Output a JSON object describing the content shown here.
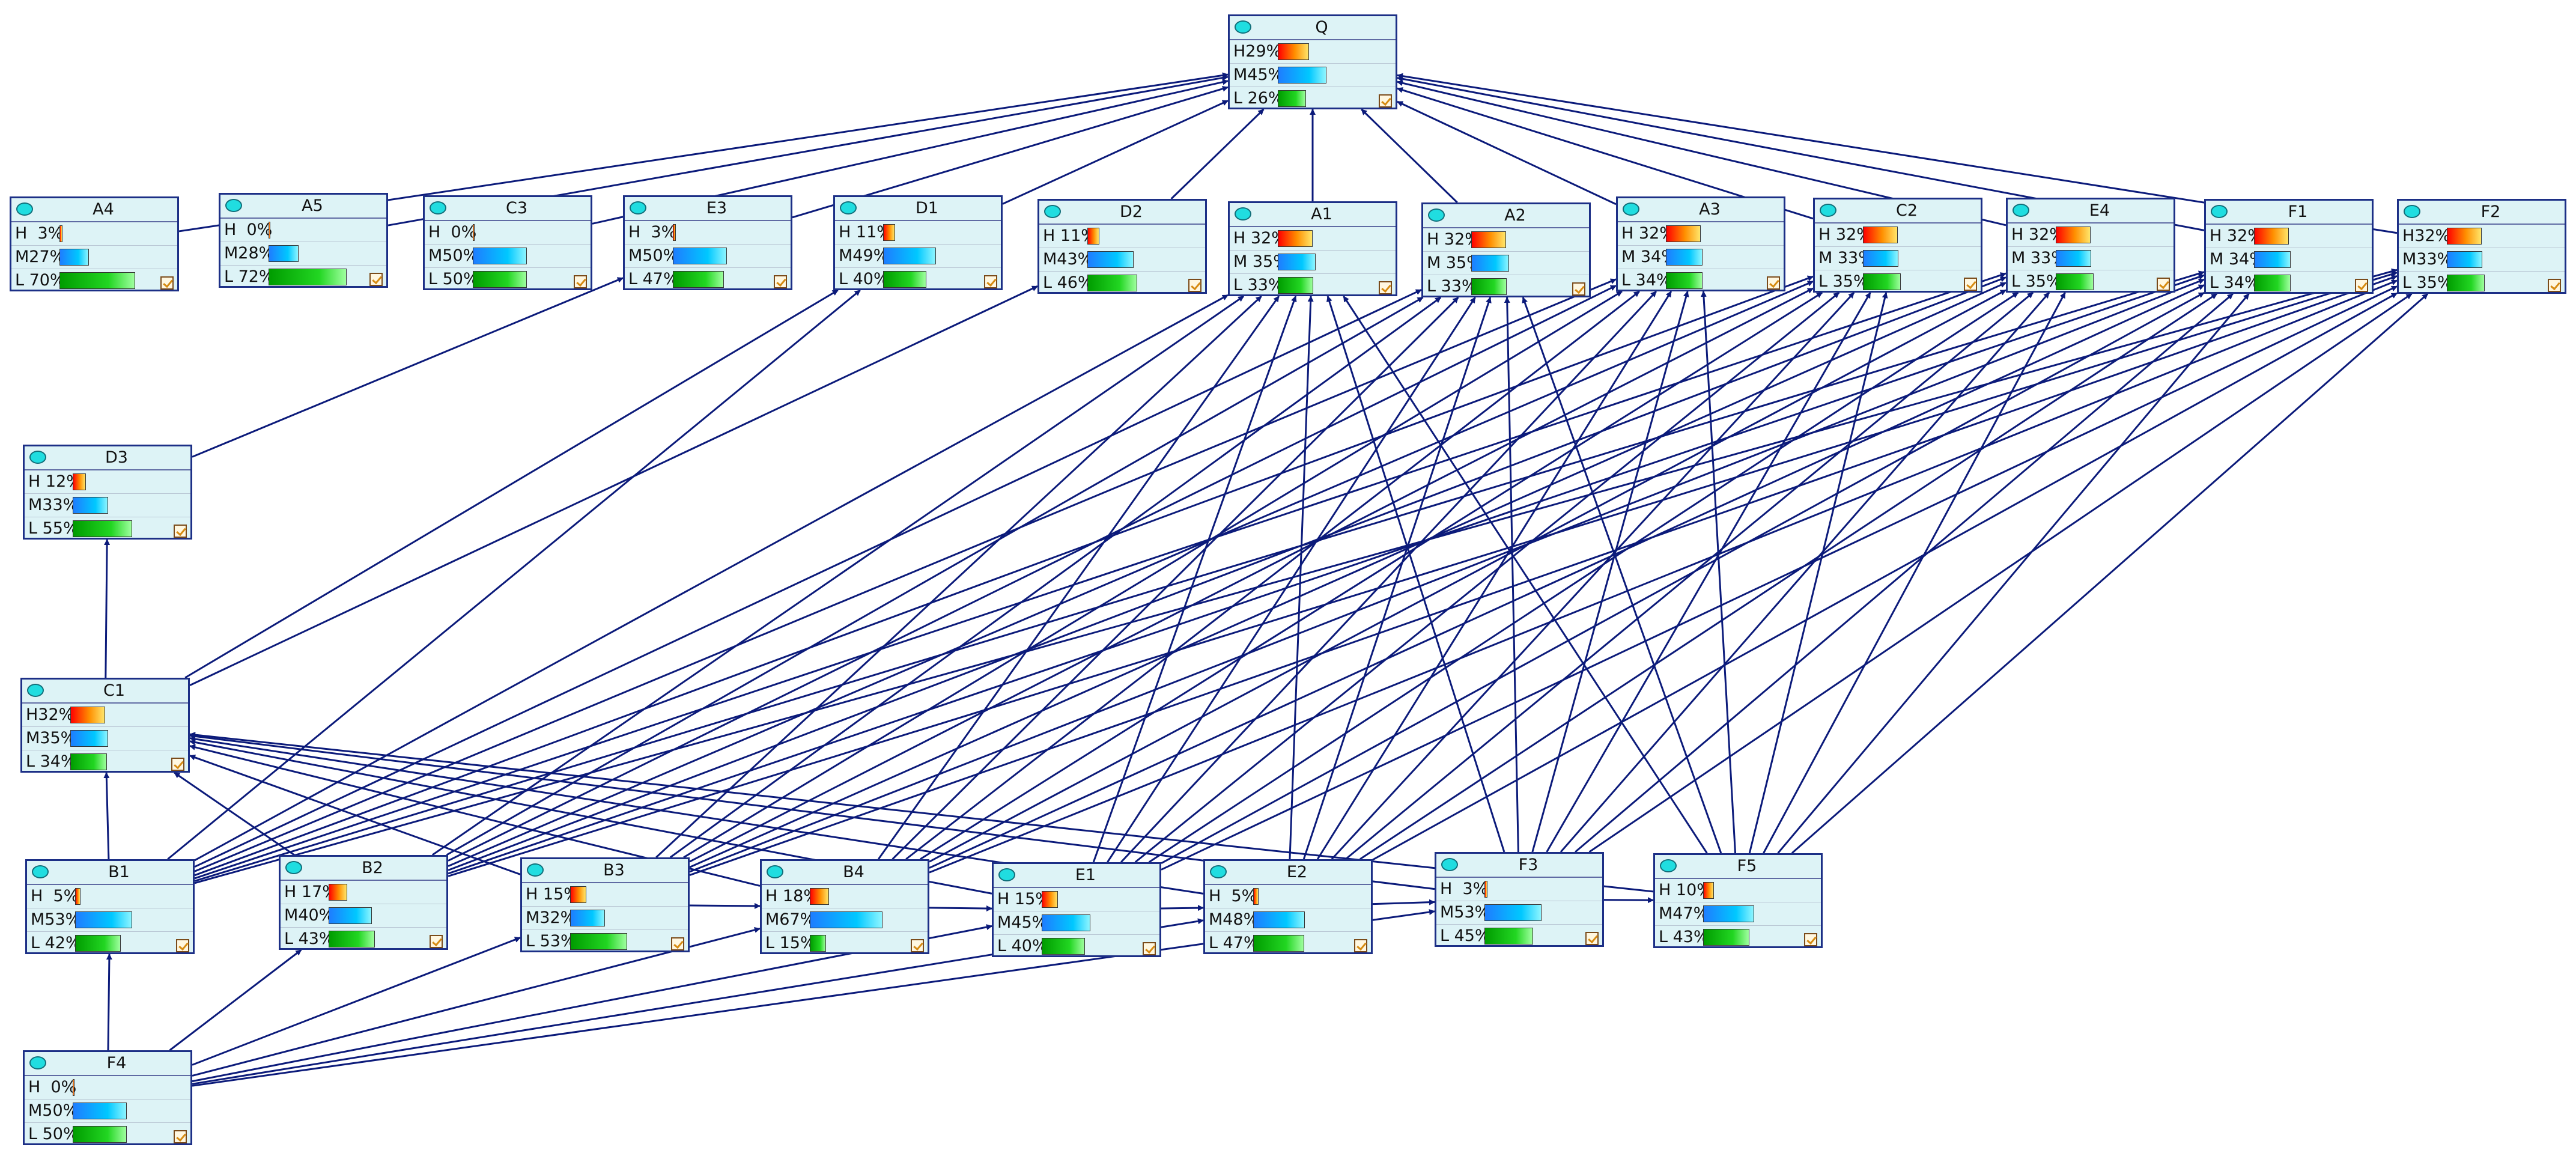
{
  "colors": {
    "edge": "#0b1a7a",
    "node_bg": "#ddf3f6",
    "node_border": "#1c2f86"
  },
  "icons": {
    "node": "oval-node-icon",
    "check": "checkbox-checked-icon"
  },
  "nodes": {
    "Q": {
      "label": "Q",
      "states": [
        {
          "code": "H",
          "pct": "29%",
          "value": 29
        },
        {
          "code": "M",
          "pct": "45%",
          "value": 45
        },
        {
          "code": "L",
          "pct": " 26%",
          "value": 26
        }
      ]
    },
    "A4": {
      "label": "A4",
      "states": [
        {
          "code": "H",
          "pct": "  3%",
          "value": 3
        },
        {
          "code": "M",
          "pct": "27%",
          "value": 27
        },
        {
          "code": "L",
          "pct": " 70%",
          "value": 70
        }
      ]
    },
    "A5": {
      "label": "A5",
      "states": [
        {
          "code": "H",
          "pct": "  0%",
          "value": 0
        },
        {
          "code": "M",
          "pct": "28%",
          "value": 28
        },
        {
          "code": "L",
          "pct": " 72%",
          "value": 72
        }
      ]
    },
    "C3": {
      "label": "C3",
      "states": [
        {
          "code": "H",
          "pct": "  0%",
          "value": 0
        },
        {
          "code": "M",
          "pct": "50%",
          "value": 50
        },
        {
          "code": "L",
          "pct": " 50%",
          "value": 50
        }
      ]
    },
    "E3": {
      "label": "E3",
      "states": [
        {
          "code": "H",
          "pct": "  3%",
          "value": 3
        },
        {
          "code": "M",
          "pct": "50%",
          "value": 50
        },
        {
          "code": "L",
          "pct": " 47%",
          "value": 47
        }
      ]
    },
    "D1": {
      "label": "D1",
      "states": [
        {
          "code": "H",
          "pct": " 11%",
          "value": 11
        },
        {
          "code": "M",
          "pct": "49%",
          "value": 49
        },
        {
          "code": "L",
          "pct": " 40%",
          "value": 40
        }
      ]
    },
    "D2": {
      "label": "D2",
      "states": [
        {
          "code": "H",
          "pct": " 11%",
          "value": 11
        },
        {
          "code": "M",
          "pct": "43%",
          "value": 43
        },
        {
          "code": "L",
          "pct": " 46%",
          "value": 46
        }
      ]
    },
    "A1": {
      "label": "A1",
      "states": [
        {
          "code": "H",
          "pct": " 32%",
          "value": 32
        },
        {
          "code": "M",
          "pct": " 35%",
          "value": 35
        },
        {
          "code": "L",
          "pct": " 33%",
          "value": 33
        }
      ]
    },
    "A2": {
      "label": "A2",
      "states": [
        {
          "code": "H",
          "pct": " 32%",
          "value": 32
        },
        {
          "code": "M",
          "pct": " 35%",
          "value": 35
        },
        {
          "code": "L",
          "pct": " 33%",
          "value": 33
        }
      ]
    },
    "A3": {
      "label": "A3",
      "states": [
        {
          "code": "H",
          "pct": " 32%",
          "value": 32
        },
        {
          "code": "M",
          "pct": " 34%",
          "value": 34
        },
        {
          "code": "L",
          "pct": " 34%",
          "value": 34
        }
      ]
    },
    "C2": {
      "label": "C2",
      "states": [
        {
          "code": "H",
          "pct": " 32%",
          "value": 32
        },
        {
          "code": "M",
          "pct": " 33%",
          "value": 33
        },
        {
          "code": "L",
          "pct": " 35%",
          "value": 35
        }
      ]
    },
    "E4": {
      "label": "E4",
      "states": [
        {
          "code": "H",
          "pct": " 32%",
          "value": 32
        },
        {
          "code": "M",
          "pct": " 33%",
          "value": 33
        },
        {
          "code": "L",
          "pct": " 35%",
          "value": 35
        }
      ]
    },
    "F1": {
      "label": "F1",
      "states": [
        {
          "code": "H",
          "pct": " 32%",
          "value": 32
        },
        {
          "code": "M",
          "pct": " 34%",
          "value": 34
        },
        {
          "code": "L",
          "pct": " 34%",
          "value": 34
        }
      ]
    },
    "F2": {
      "label": "F2",
      "states": [
        {
          "code": "H",
          "pct": "32%",
          "value": 32
        },
        {
          "code": "M",
          "pct": "33%",
          "value": 33
        },
        {
          "code": "L",
          "pct": " 35%",
          "value": 35
        }
      ]
    },
    "D3": {
      "label": "D3",
      "states": [
        {
          "code": "H",
          "pct": " 12%",
          "value": 12
        },
        {
          "code": "M",
          "pct": "33%",
          "value": 33
        },
        {
          "code": "L",
          "pct": " 55%",
          "value": 55
        }
      ]
    },
    "C1": {
      "label": "C1",
      "states": [
        {
          "code": "H",
          "pct": "32%",
          "value": 32
        },
        {
          "code": "M",
          "pct": "35%",
          "value": 35
        },
        {
          "code": "L",
          "pct": " 34%",
          "value": 34
        }
      ]
    },
    "B1": {
      "label": "B1",
      "states": [
        {
          "code": "H",
          "pct": "  5%",
          "value": 5
        },
        {
          "code": "M",
          "pct": "53%",
          "value": 53
        },
        {
          "code": "L",
          "pct": " 42%",
          "value": 42
        }
      ]
    },
    "B2": {
      "label": "B2",
      "states": [
        {
          "code": "H",
          "pct": " 17%",
          "value": 17
        },
        {
          "code": "M",
          "pct": "40%",
          "value": 40
        },
        {
          "code": "L",
          "pct": " 43%",
          "value": 43
        }
      ]
    },
    "B3": {
      "label": "B3",
      "states": [
        {
          "code": "H",
          "pct": " 15%",
          "value": 15
        },
        {
          "code": "M",
          "pct": "32%",
          "value": 32
        },
        {
          "code": "L",
          "pct": " 53%",
          "value": 53
        }
      ]
    },
    "B4": {
      "label": "B4",
      "states": [
        {
          "code": "H",
          "pct": " 18%",
          "value": 18
        },
        {
          "code": "M",
          "pct": "67%",
          "value": 67
        },
        {
          "code": "L",
          "pct": " 15%",
          "value": 15
        }
      ]
    },
    "E1": {
      "label": "E1",
      "states": [
        {
          "code": "H",
          "pct": " 15%",
          "value": 15
        },
        {
          "code": "M",
          "pct": "45%",
          "value": 45
        },
        {
          "code": "L",
          "pct": " 40%",
          "value": 40
        }
      ]
    },
    "E2": {
      "label": "E2",
      "states": [
        {
          "code": "H",
          "pct": "  5%",
          "value": 5
        },
        {
          "code": "M",
          "pct": "48%",
          "value": 48
        },
        {
          "code": "L",
          "pct": " 47%",
          "value": 47
        }
      ]
    },
    "F3": {
      "label": "F3",
      "states": [
        {
          "code": "H",
          "pct": "  3%",
          "value": 3
        },
        {
          "code": "M",
          "pct": "53%",
          "value": 53
        },
        {
          "code": "L",
          "pct": " 45%",
          "value": 45
        }
      ]
    },
    "F5": {
      "label": "F5",
      "states": [
        {
          "code": "H",
          "pct": " 10%",
          "value": 10
        },
        {
          "code": "M",
          "pct": "47%",
          "value": 47
        },
        {
          "code": "L",
          "pct": " 43%",
          "value": 43
        }
      ]
    },
    "F4": {
      "label": "F4",
      "states": [
        {
          "code": "H",
          "pct": "  0%",
          "value": 0
        },
        {
          "code": "M",
          "pct": "50%",
          "value": 50
        },
        {
          "code": "L",
          "pct": " 50%",
          "value": 50
        }
      ]
    }
  },
  "edges": [
    [
      "A4",
      "Q"
    ],
    [
      "A5",
      "Q"
    ],
    [
      "C3",
      "Q"
    ],
    [
      "E3",
      "Q"
    ],
    [
      "D1",
      "Q"
    ],
    [
      "D2",
      "Q"
    ],
    [
      "A1",
      "Q"
    ],
    [
      "A2",
      "Q"
    ],
    [
      "A3",
      "Q"
    ],
    [
      "C2",
      "Q"
    ],
    [
      "E4",
      "Q"
    ],
    [
      "F1",
      "Q"
    ],
    [
      "F2",
      "Q"
    ],
    [
      "C1",
      "D3"
    ],
    [
      "C1",
      "D1"
    ],
    [
      "C1",
      "D2"
    ],
    [
      "D3",
      "E3"
    ],
    [
      "B1",
      "C1"
    ],
    [
      "B2",
      "C1"
    ],
    [
      "B3",
      "C1"
    ],
    [
      "B4",
      "C1"
    ],
    [
      "E1",
      "C1"
    ],
    [
      "E2",
      "C1"
    ],
    [
      "F3",
      "C1"
    ],
    [
      "F5",
      "C1"
    ],
    [
      "F4",
      "B1"
    ],
    [
      "F4",
      "B2"
    ],
    [
      "F4",
      "B3"
    ],
    [
      "F4",
      "B4"
    ],
    [
      "F4",
      "E1"
    ],
    [
      "F4",
      "E2"
    ],
    [
      "F4",
      "F3"
    ],
    [
      "B3",
      "B4"
    ],
    [
      "B4",
      "E1"
    ],
    [
      "E1",
      "E2"
    ],
    [
      "E2",
      "F3"
    ],
    [
      "F3",
      "F5"
    ],
    [
      "B1",
      "A1"
    ],
    [
      "B1",
      "A2"
    ],
    [
      "B1",
      "A3"
    ],
    [
      "B1",
      "C2"
    ],
    [
      "B1",
      "E4"
    ],
    [
      "B1",
      "F1"
    ],
    [
      "B1",
      "F2"
    ],
    [
      "B1",
      "D1"
    ],
    [
      "B2",
      "A1"
    ],
    [
      "B2",
      "A2"
    ],
    [
      "B2",
      "A3"
    ],
    [
      "B2",
      "C2"
    ],
    [
      "B2",
      "E4"
    ],
    [
      "B2",
      "F1"
    ],
    [
      "B2",
      "F2"
    ],
    [
      "B3",
      "A1"
    ],
    [
      "B3",
      "A2"
    ],
    [
      "B3",
      "A3"
    ],
    [
      "B3",
      "C2"
    ],
    [
      "B3",
      "E4"
    ],
    [
      "B3",
      "F1"
    ],
    [
      "B3",
      "F2"
    ],
    [
      "B4",
      "A1"
    ],
    [
      "B4",
      "A2"
    ],
    [
      "B4",
      "A3"
    ],
    [
      "B4",
      "C2"
    ],
    [
      "B4",
      "E4"
    ],
    [
      "B4",
      "F1"
    ],
    [
      "B4",
      "F2"
    ],
    [
      "E1",
      "A1"
    ],
    [
      "E1",
      "A2"
    ],
    [
      "E1",
      "A3"
    ],
    [
      "E1",
      "C2"
    ],
    [
      "E1",
      "E4"
    ],
    [
      "E1",
      "F1"
    ],
    [
      "E1",
      "F2"
    ],
    [
      "E2",
      "A1"
    ],
    [
      "E2",
      "A2"
    ],
    [
      "E2",
      "A3"
    ],
    [
      "E2",
      "C2"
    ],
    [
      "E2",
      "E4"
    ],
    [
      "E2",
      "F1"
    ],
    [
      "E2",
      "F2"
    ],
    [
      "F3",
      "A1"
    ],
    [
      "F3",
      "A2"
    ],
    [
      "F3",
      "A3"
    ],
    [
      "F3",
      "C2"
    ],
    [
      "F3",
      "E4"
    ],
    [
      "F3",
      "F1"
    ],
    [
      "F3",
      "F2"
    ],
    [
      "F5",
      "A1"
    ],
    [
      "F5",
      "A2"
    ],
    [
      "F5",
      "A3"
    ],
    [
      "F5",
      "C2"
    ],
    [
      "F5",
      "E4"
    ],
    [
      "F5",
      "F1"
    ],
    [
      "F5",
      "F2"
    ]
  ]
}
